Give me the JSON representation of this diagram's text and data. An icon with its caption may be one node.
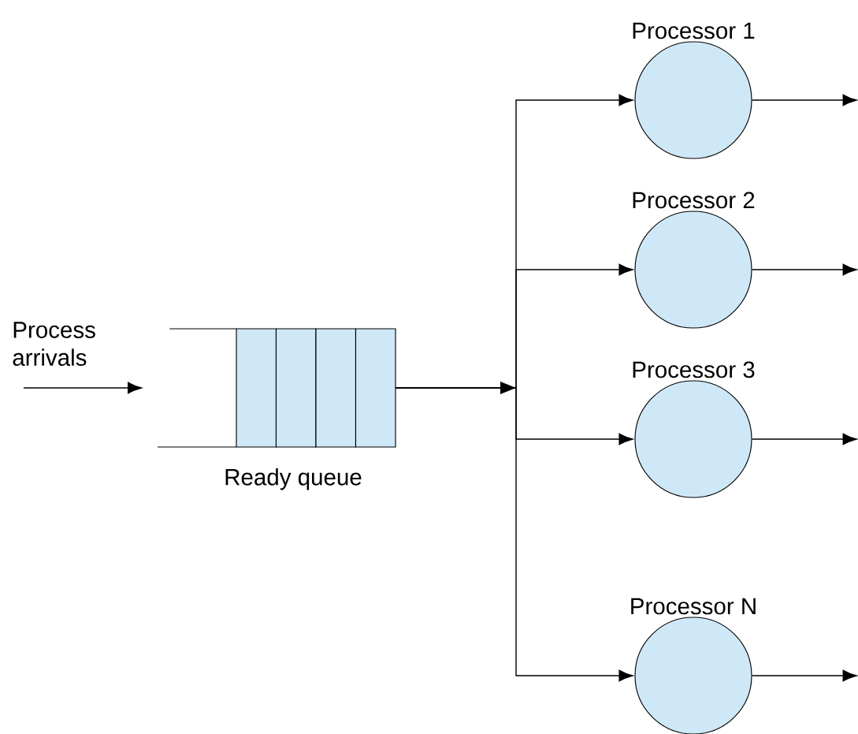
{
  "diagram": {
    "nodes": [
      {
        "text": [
          "Ready queue"
        ]
      },
      {
        "text": [
          "Processor 1"
        ]
      },
      {
        "text": [
          "Processor 2"
        ]
      },
      {
        "text": [
          "Processor 3"
        ]
      },
      {
        "text": [
          "Processor N"
        ]
      }
    ],
    "edges": [
      {
        "from": null,
        "to": 0,
        "arrow": "to",
        "label": "Process arrivals"
      },
      {
        "from": 0,
        "to": 1,
        "arrow": "to"
      },
      {
        "from": 0,
        "to": 2,
        "arrow": "to"
      },
      {
        "from": 0,
        "to": 3,
        "arrow": "to"
      },
      {
        "from": 0,
        "to": 4,
        "arrow": "to"
      },
      {
        "from": 1,
        "to": null,
        "arrow": "to"
      },
      {
        "from": 2,
        "to": null,
        "arrow": "to"
      },
      {
        "from": 3,
        "to": null,
        "arrow": "to"
      },
      {
        "from": 4,
        "to": null,
        "arrow": "to"
      }
    ]
  }
}
